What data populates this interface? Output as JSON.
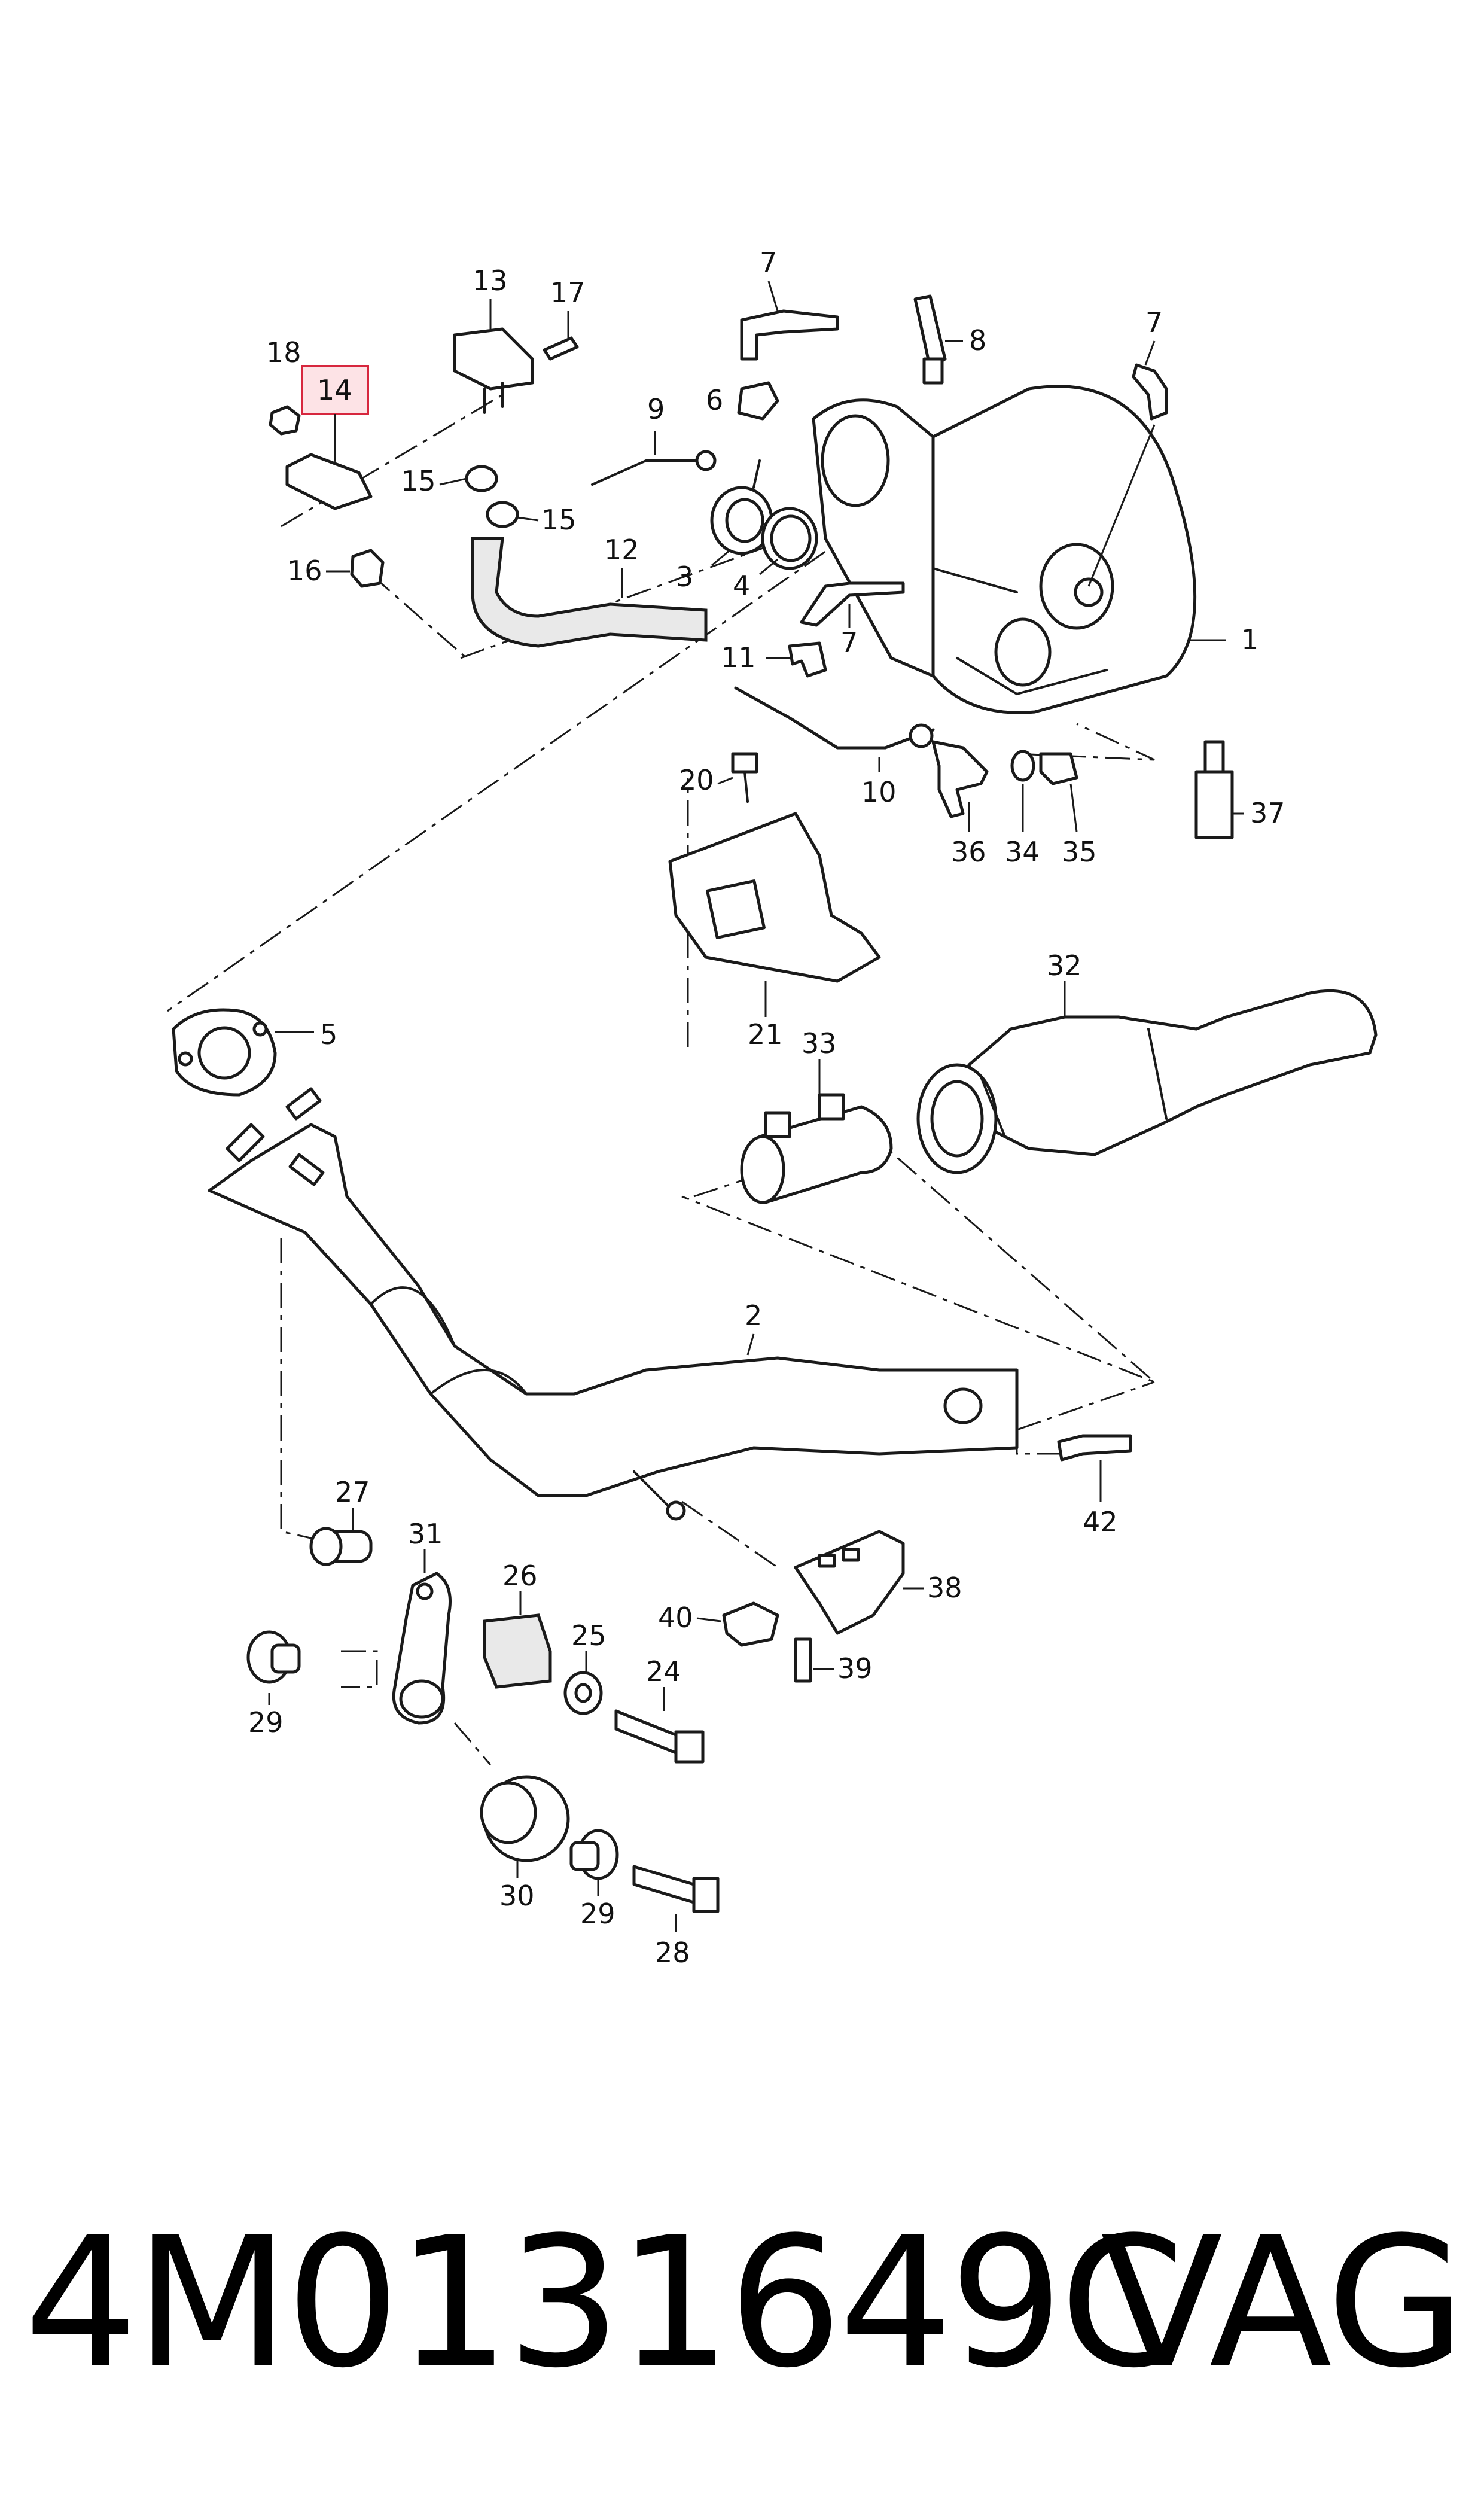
{
  "diagram": {
    "highlighted_part": "14",
    "callouts": {
      "c1": "1",
      "c2": "2",
      "c3": "3",
      "c4": "4",
      "c5": "5",
      "c6": "6",
      "c7a": "7",
      "c7b": "7",
      "c7c": "7",
      "c8": "8",
      "c9": "9",
      "c10": "10",
      "c11": "11",
      "c12": "12",
      "c13": "13",
      "c14": "14",
      "c15a": "15",
      "c15b": "15",
      "c16": "16",
      "c17": "17",
      "c18": "18",
      "c20": "20",
      "c21": "21",
      "c24": "24",
      "c25": "25",
      "c26": "26",
      "c27": "27",
      "c28": "28",
      "c29a": "29",
      "c29b": "29",
      "c30": "30",
      "c31": "31",
      "c32": "32",
      "c33": "33",
      "c34": "34",
      "c35": "35",
      "c36": "36",
      "c37": "37",
      "c38": "38",
      "c39": "39",
      "c40": "40",
      "c42": "42"
    }
  },
  "footer": {
    "part_number": "4M0131649C",
    "brand": "VAG"
  }
}
